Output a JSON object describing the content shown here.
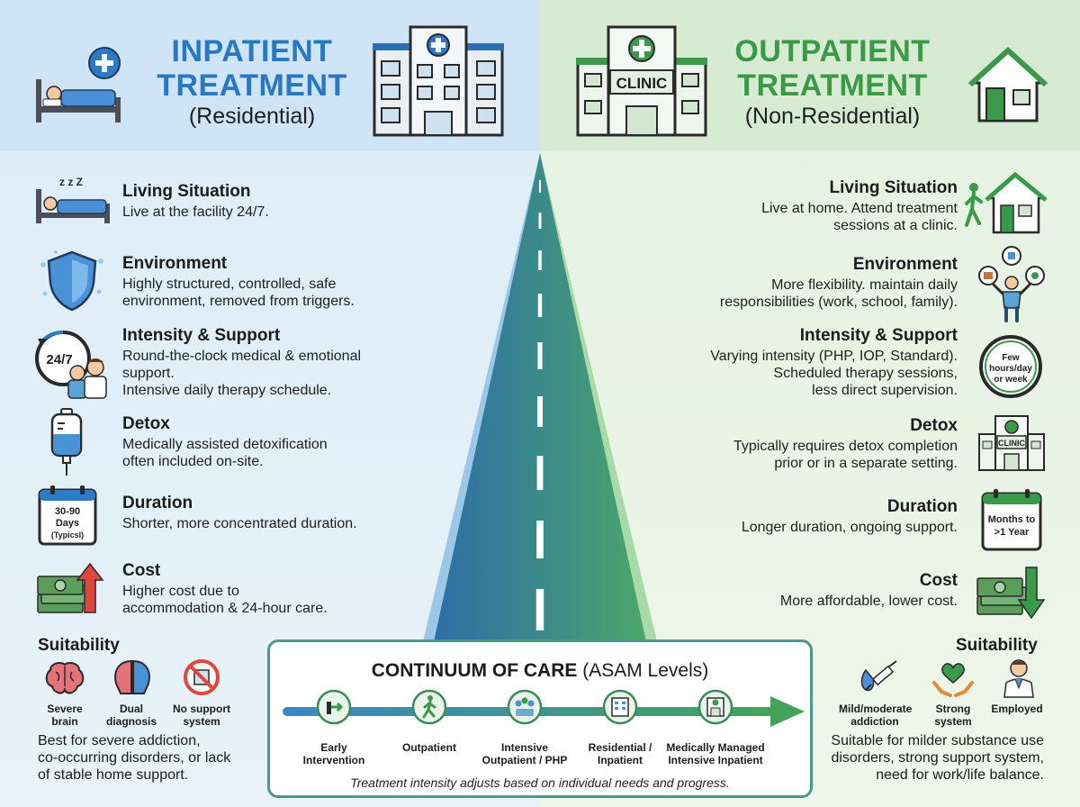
{
  "header": {
    "left": {
      "title_line1": "INPATIENT",
      "title_line2": "TREATMENT",
      "subtitle": "(Residential)"
    },
    "right": {
      "title_line1": "OUTPATIENT",
      "title_line2": "TREATMENT",
      "subtitle": "(Non-Residential)",
      "clinic_sign": "CLINIC"
    }
  },
  "inpatient": {
    "items": [
      {
        "title": "Living Situation",
        "desc": [
          "Live at the facility 24/7."
        ],
        "icon": "sleeping-bed-icon"
      },
      {
        "title": "Environment",
        "desc": [
          "Highly structured, controlled, safe",
          "environment, removed from triggers."
        ],
        "icon": "shield-icon"
      },
      {
        "title": "Intensity & Support",
        "desc": [
          "Round-the-clock medical & emotional",
          "support.",
          "Intensive daily therapy schedule."
        ],
        "icon": "clock-staff-icon",
        "icon_text": "24/7"
      },
      {
        "title": "Detox",
        "desc": [
          "Medically assisted detoxification",
          "often included on-site."
        ],
        "icon": "iv-bag-icon"
      },
      {
        "title": "Duration",
        "desc": [
          "Shorter, more concentrated duration."
        ],
        "icon": "calendar-icon",
        "icon_text": [
          "30-90",
          "Days",
          "(Typicsl)"
        ]
      },
      {
        "title": "Cost",
        "desc": [
          "Higher cost due to",
          "accommodation & 24-hour care."
        ],
        "icon": "money-up-icon"
      }
    ],
    "suitability": {
      "title": "Suitability",
      "labels": [
        [
          "Severe",
          "brain"
        ],
        [
          "Dual",
          "diagnosis"
        ],
        [
          "No support",
          "system"
        ]
      ],
      "desc": [
        "Best for severe addiction,",
        "co-occurring disorders, or lack",
        "of stable home support."
      ]
    }
  },
  "outpatient": {
    "items": [
      {
        "title": "Living Situation",
        "desc": [
          "Live at home. Attend treatment",
          "sessions at a clinic."
        ],
        "icon": "walking-home-icon"
      },
      {
        "title": "Environment",
        "desc": [
          "More flexibility. maintain daily",
          "responsibilities (work, school, family)."
        ],
        "icon": "juggling-person-icon"
      },
      {
        "title": "Intensity & Support",
        "desc": [
          "Varying intensity (PHP, IOP, Standard).",
          "Scheduled therapy sessions,",
          "less direct supervision."
        ],
        "icon": "clock-icon",
        "icon_text": [
          "Few",
          "hours/day",
          "or week"
        ]
      },
      {
        "title": "Detox",
        "desc": [
          "Typically requires detox completion",
          "prior or in a separate setting."
        ],
        "icon": "clinic-icon",
        "icon_text": "CLINIC"
      },
      {
        "title": "Duration",
        "desc": [
          "Longer duration, ongoing support."
        ],
        "icon": "calendar-icon",
        "icon_text": [
          "Months to",
          ">1 Year"
        ]
      },
      {
        "title": "Cost",
        "desc": [
          "More affordable, lower cost."
        ],
        "icon": "money-down-icon"
      }
    ],
    "suitability": {
      "title": "Suitability",
      "labels": [
        [
          "Mild/moderate",
          "addiction"
        ],
        [
          "Strong",
          "system"
        ],
        [
          "Employed"
        ]
      ],
      "desc": [
        "Suitable for milder substance use",
        "disorders, strong support system,",
        "need for work/life balance."
      ]
    }
  },
  "continuum": {
    "title": "CONTINUUM OF CARE",
    "title_light": "(ASAM Levels)",
    "steps": [
      [
        "Early",
        "Intervention"
      ],
      [
        "Outpatient"
      ],
      [
        "Intensive",
        "Outpatient / PHP"
      ],
      [
        "Residential /",
        "Inpatient"
      ],
      [
        "Medically Managed",
        "Intensive Inpatient"
      ]
    ],
    "note": "Treatment intensity adjusts based on individual needs and progress."
  },
  "colors": {
    "blue": "#2878c4",
    "green": "#3b9a47",
    "road_dark": "#2c6f95"
  }
}
